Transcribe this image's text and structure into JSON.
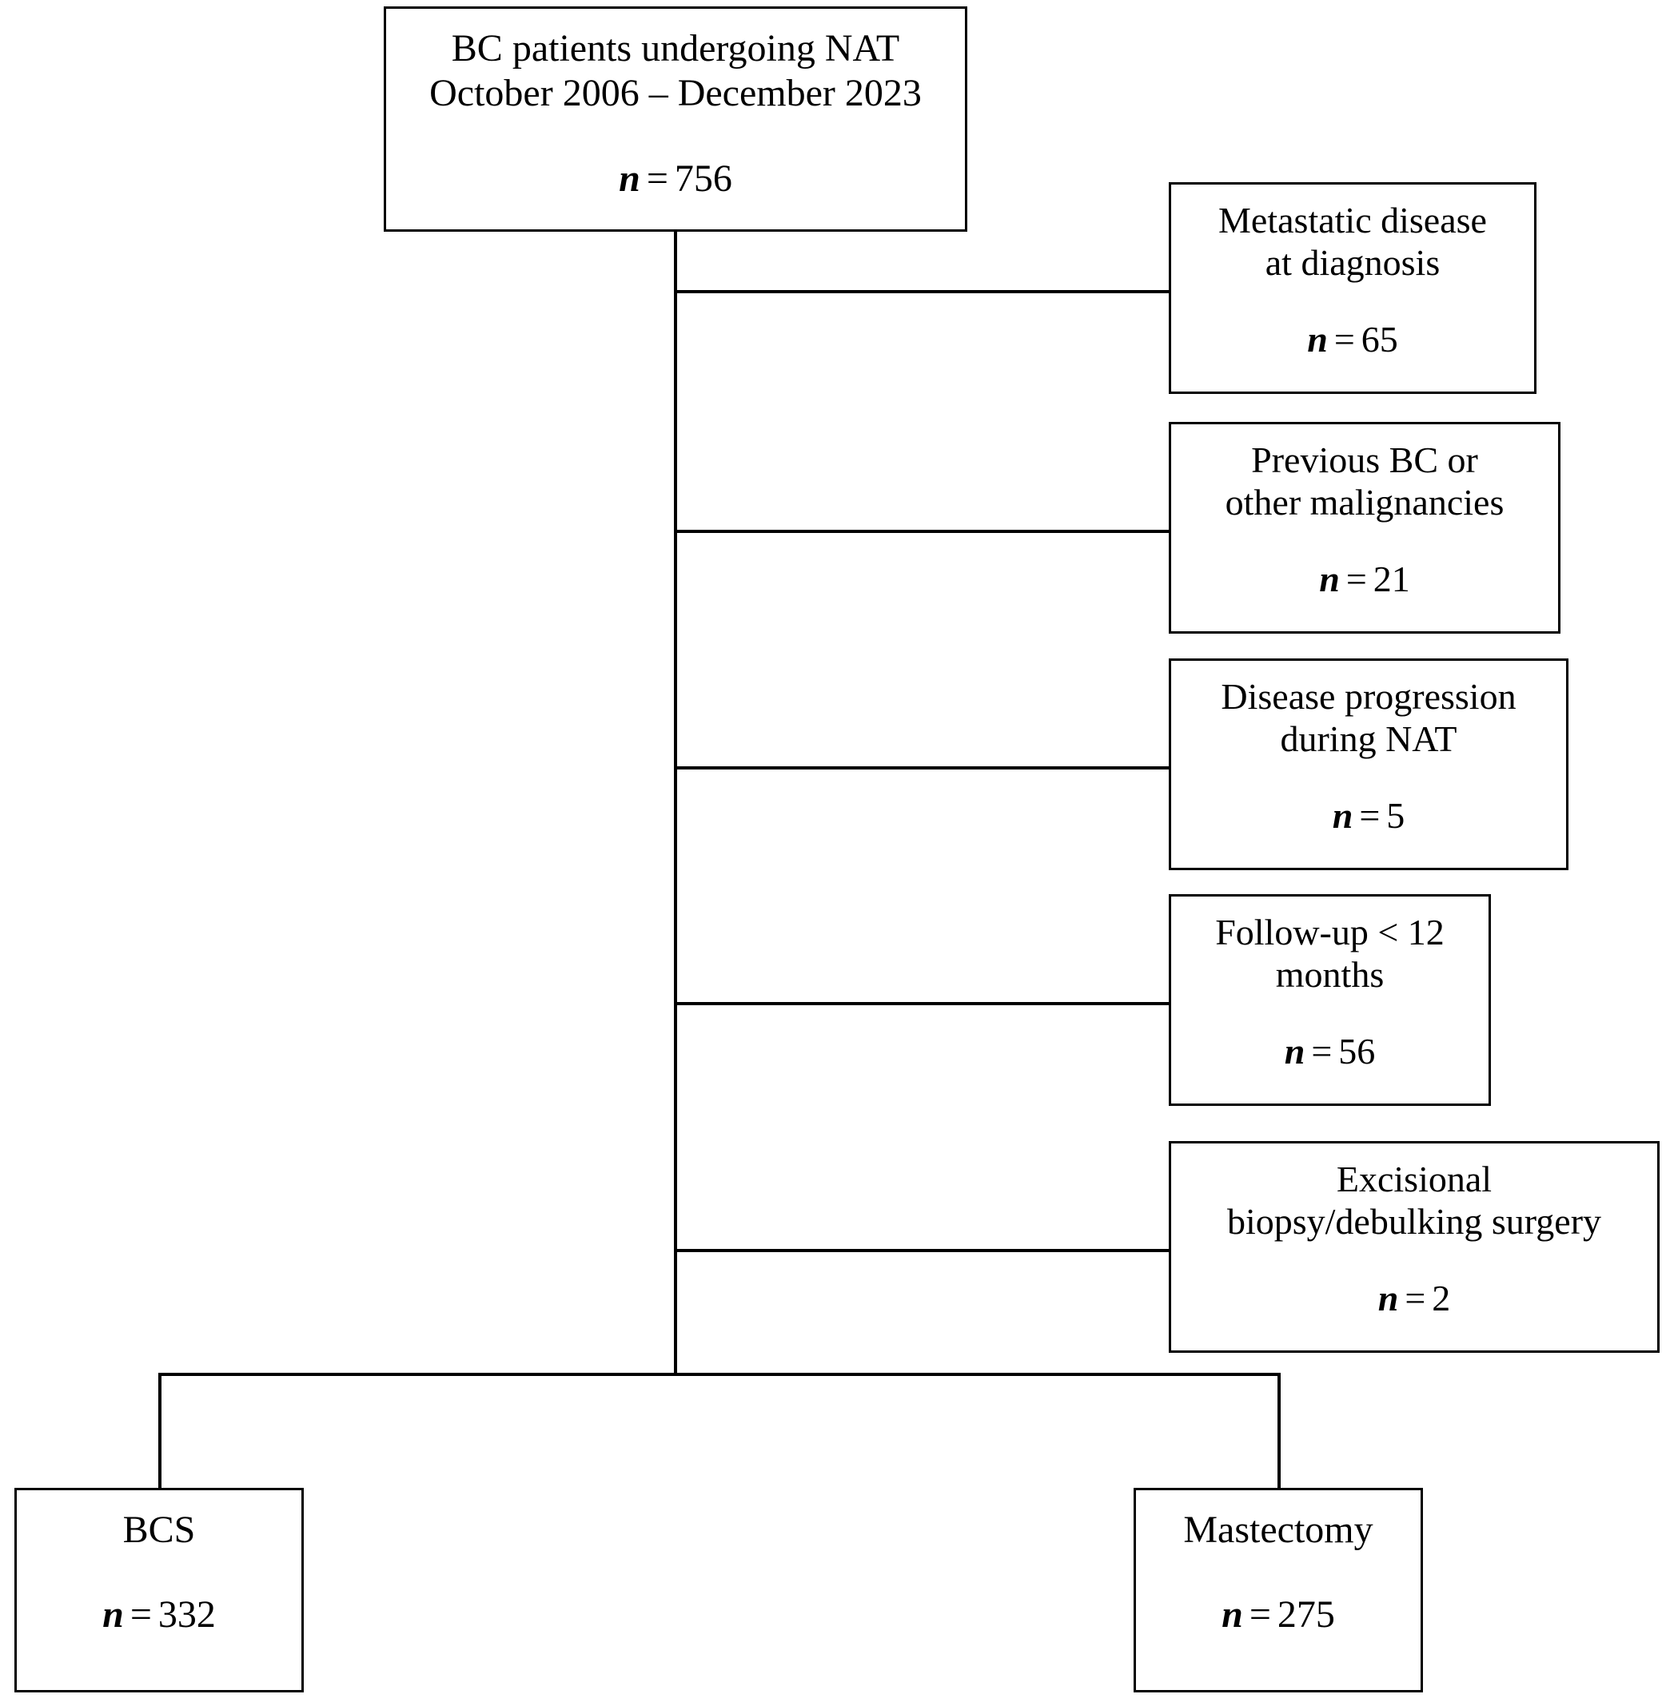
{
  "diagram": {
    "type": "flowchart",
    "title": "BC patients undergoing NAT cohort selection flow diagram",
    "line_color": "#000000",
    "background_color": "#ffffff",
    "text_color": "#000000",
    "n_prefix": "n",
    "equals": "="
  },
  "nodes": {
    "root": {
      "label": "BC patients undergoing NAT\nOctober 2006 – December 2023",
      "n_label": "n = 756",
      "n_symbol": "n",
      "n_value": "756"
    },
    "exclusions": [
      {
        "label": "Metastatic disease\nat diagnosis",
        "n_label": "n = 65",
        "n_symbol": "n",
        "n_value": "65"
      },
      {
        "label": "Previous BC or\nother malignancies",
        "n_label": "n = 21",
        "n_symbol": "n",
        "n_value": "21"
      },
      {
        "label": "Disease progression\nduring NAT",
        "n_label": "n = 5",
        "n_symbol": "n",
        "n_value": "5"
      },
      {
        "label": "Follow-up < 12\nmonths",
        "n_label": "n = 56",
        "n_symbol": "n",
        "n_value": "56"
      },
      {
        "label": "Excisional\nbiopsy/debulking surgery",
        "n_label": "n = 2",
        "n_symbol": "n",
        "n_value": "2"
      }
    ],
    "outcomes": [
      {
        "label": "BCS",
        "n_label": "n = 332",
        "n_symbol": "n",
        "n_value": "332"
      },
      {
        "label": "Mastectomy",
        "n_label": "n = 275",
        "n_symbol": "n",
        "n_value": "275"
      }
    ]
  }
}
